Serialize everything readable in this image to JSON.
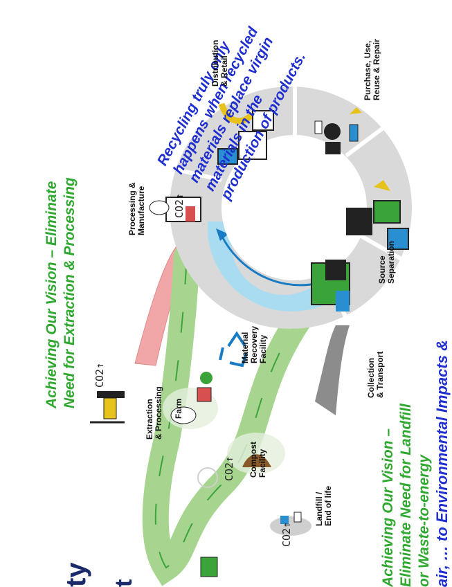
{
  "headline_blue": [
    "Recycling truly only",
    "happens when recycled",
    "materials replace virgin",
    "materials in the",
    "production of products."
  ],
  "vision_extraction": [
    "Achieving Our Vision – Eliminate",
    "Need for Extraction & Processing"
  ],
  "vision_landfill": [
    "Achieving Our Vision –",
    "Eliminate Need for Landfill",
    "or Waste-to-energy"
  ],
  "bottom_text": "air, … to Environmental Impacts &",
  "left_partial_1": "ty",
  "left_partial_2": "t",
  "co2_label": "CO2↑",
  "stages": {
    "distribution": [
      "Distribution",
      "& Retail"
    ],
    "purchase": [
      "Purchase, Use,",
      "Reuse & Repair"
    ],
    "processing": [
      "Processing &",
      "Manufacture"
    ],
    "source_sep": [
      "Source",
      "Separation"
    ],
    "collection": [
      "Collection",
      "& Transport"
    ],
    "mrf": [
      "Material",
      "Recovery",
      "Facility"
    ],
    "extraction": [
      "Extraction",
      "& Processing"
    ],
    "farm": [
      "Farm"
    ],
    "compost": [
      "Compost",
      "Facility"
    ],
    "landfill": [
      "Landfill /",
      "End of life"
    ]
  },
  "colors": {
    "blue_text": "#1f2fcf",
    "green_text": "#2fa82f",
    "ring": "#d9d9d9",
    "green_path": "#a7d58f",
    "blue_path": "#a9dcf0",
    "red_path": "#f1a7a7",
    "gray_path": "#8c8c8c"
  }
}
